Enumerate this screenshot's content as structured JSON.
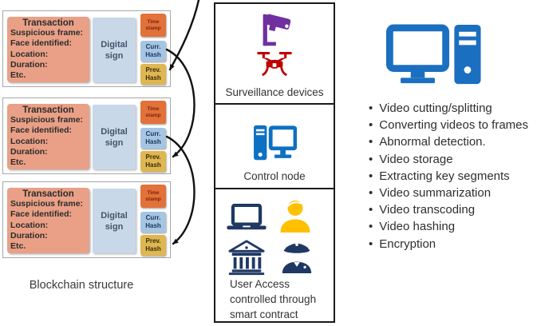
{
  "blockchain": {
    "caption": "Blockchain structure",
    "blocks": [
      {
        "title": "Transaction",
        "fields": [
          "Suspicious frame:",
          "Face identified:",
          "Location:",
          "Duration:",
          "Etc."
        ],
        "digital_sign": "Digital sign",
        "time_stamp": "Time stamp",
        "curr_hash": "Curr. Hash",
        "prev_hash": "Prev. Hash"
      },
      {
        "title": "Transaction",
        "fields": [
          "Suspicious frame:",
          "Face identified:",
          "Location:",
          "Duration:",
          "Etc."
        ],
        "digital_sign": "Digital sign",
        "time_stamp": "Time stamp",
        "curr_hash": "Curr. Hash",
        "prev_hash": "Prev. Hash"
      },
      {
        "title": "Transaction",
        "fields": [
          "Suspicious frame:",
          "Face identified:",
          "Location:",
          "Duration:",
          "Etc."
        ],
        "digital_sign": "Digital sign",
        "time_stamp": "Time stamp",
        "curr_hash": "Curr. Hash",
        "prev_hash": "Prev. Hash"
      }
    ]
  },
  "pipeline": {
    "surveillance_label": "Surveillance devices",
    "control_label": "Control node",
    "access_label": "User Access controlled through smart contract"
  },
  "processing": {
    "items": [
      "Video cutting/splitting",
      "Converting videos to frames",
      "Abnormal detection.",
      "Video storage",
      "Extracting key segments",
      "Video summarization",
      "Video transcoding",
      "Video hashing",
      "Encryption"
    ]
  },
  "icons": {
    "surveillance": [
      "cctv-camera-icon",
      "drone-icon"
    ],
    "control": [
      "desktop-computer-icon"
    ],
    "access": [
      "laptop-icon",
      "user-icon",
      "bank-icon",
      "police-officer-icon"
    ],
    "processing": [
      "workstation-icon"
    ]
  },
  "colors": {
    "transaction_salmon": "#E9A086",
    "digital_sign_blue": "#C9D8E9",
    "timestamp_orange": "#E2713A",
    "curr_hash_blue": "#A6C5E2",
    "prev_hash_gold": "#DFB752",
    "camera_purple": "#7030A0",
    "drone_red": "#C00000",
    "node_blue": "#0C71C3",
    "pc_blue": "#1B6FC0",
    "navy": "#1F3864",
    "person_gold": "#FFC000",
    "arrow_black": "#111111"
  }
}
